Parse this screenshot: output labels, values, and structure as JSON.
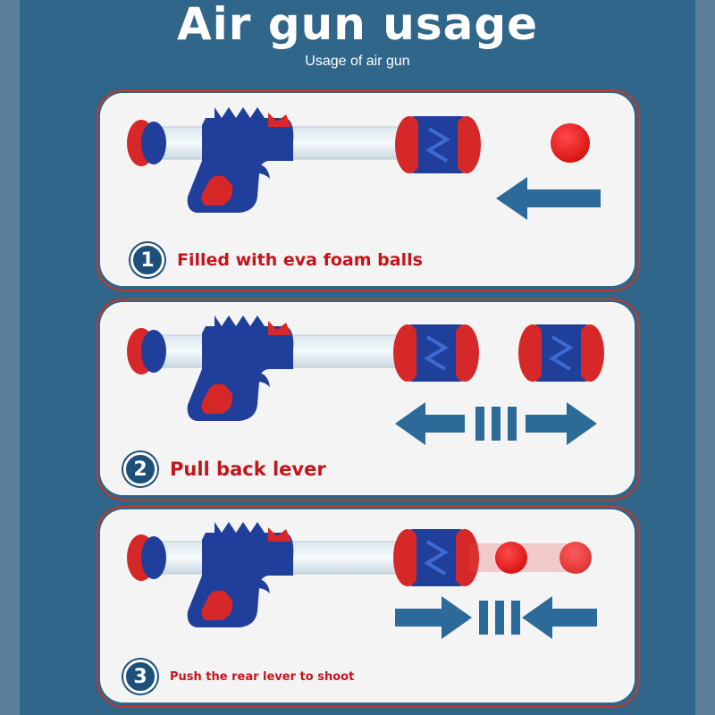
{
  "header": {
    "title": "Air gun usage",
    "subtitle": "Usage of air gun"
  },
  "steps": [
    {
      "number": "1",
      "text": "Filled with eva foam balls"
    },
    {
      "number": "2",
      "text": "Pull back lever"
    },
    {
      "number": "3",
      "text": "Push the rear lever to shoot"
    }
  ],
  "colors": {
    "gun_blue": "#1f3f9a",
    "gun_red": "#d62828",
    "ball_orange": "#f0a077",
    "arrow_blue": "#2b6a99",
    "text_red": "#c3161c",
    "background": "#2f6689"
  }
}
